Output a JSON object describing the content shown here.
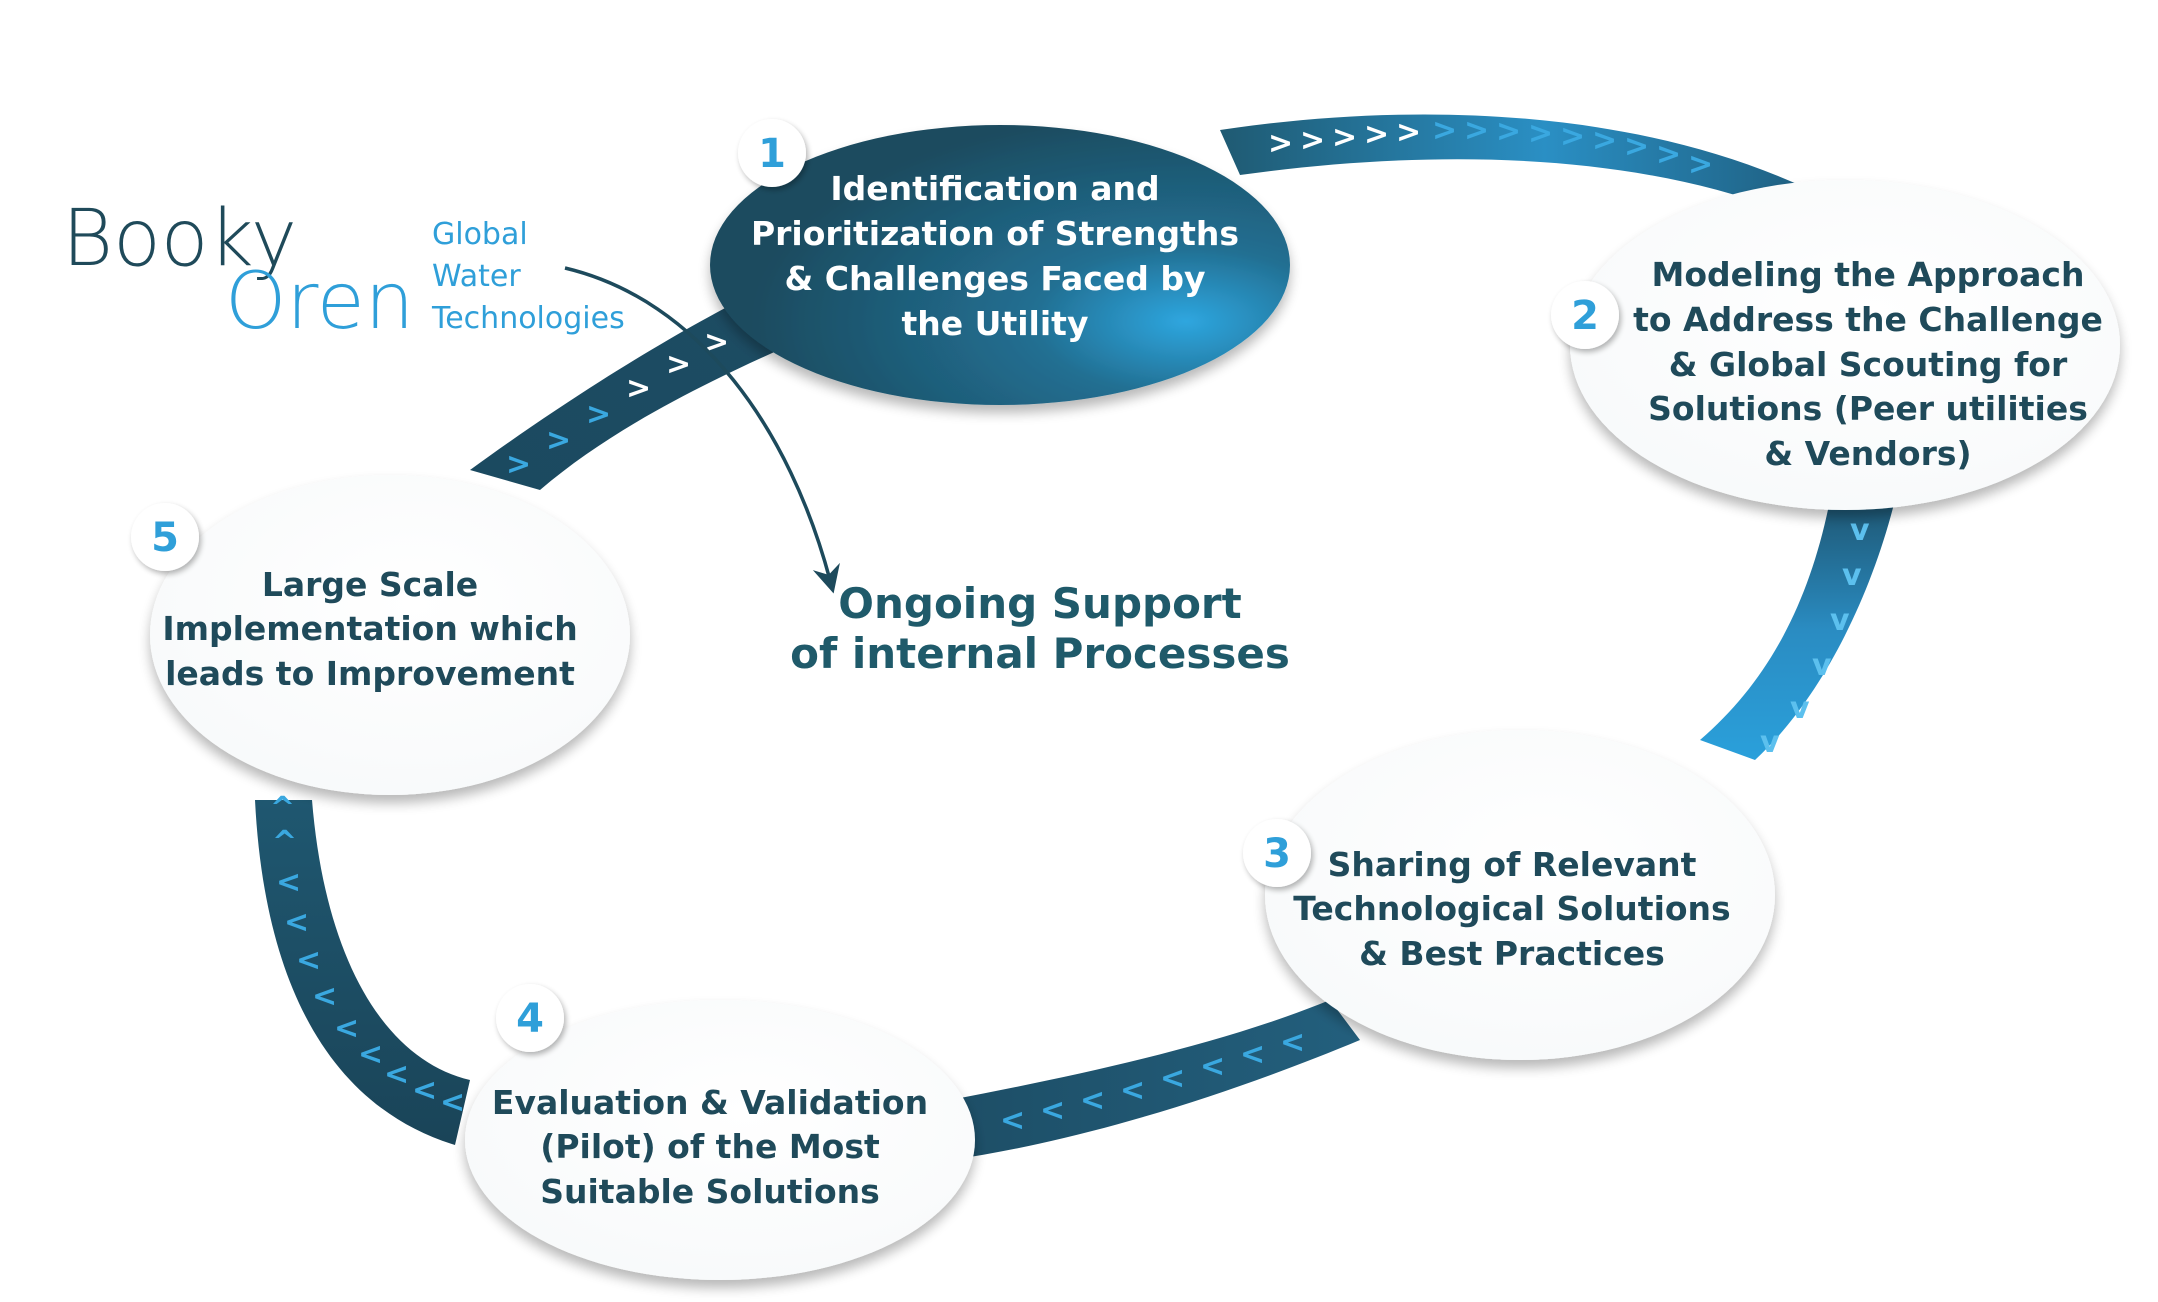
{
  "logo": {
    "brand_line1": "Booky",
    "brand_line2": "Oren",
    "tagline": [
      "Global",
      "Water",
      "Technologies"
    ]
  },
  "center_label": [
    "Ongoing Support",
    "of internal Processes"
  ],
  "steps": [
    {
      "number": "1",
      "lines": [
        "Identification and",
        "Prioritization of Strengths",
        "& Challenges Faced by",
        "the Utility"
      ]
    },
    {
      "number": "2",
      "lines": [
        "Modeling the Approach",
        "to Address the Challenge",
        "& Global Scouting for",
        "Solutions (Peer utilities",
        "& Vendors)"
      ]
    },
    {
      "number": "3",
      "lines": [
        "Sharing of Relevant",
        "Technological Solutions",
        "& Best Practices"
      ]
    },
    {
      "number": "4",
      "lines": [
        "Evaluation & Validation",
        "(Pilot) of the Most",
        "Suitable Solutions"
      ]
    },
    {
      "number": "5",
      "lines": [
        "Large Scale",
        "Implementation which",
        "leads to Improvement"
      ]
    }
  ],
  "colors": {
    "dark_teal": "#1d4a5c",
    "mid_teal": "#23607a",
    "light_blue": "#29a0d8",
    "arrow_dark": "#1d4a5c",
    "badge_blue": "#2f9fd9",
    "text_dark": "#1f4a5a"
  }
}
